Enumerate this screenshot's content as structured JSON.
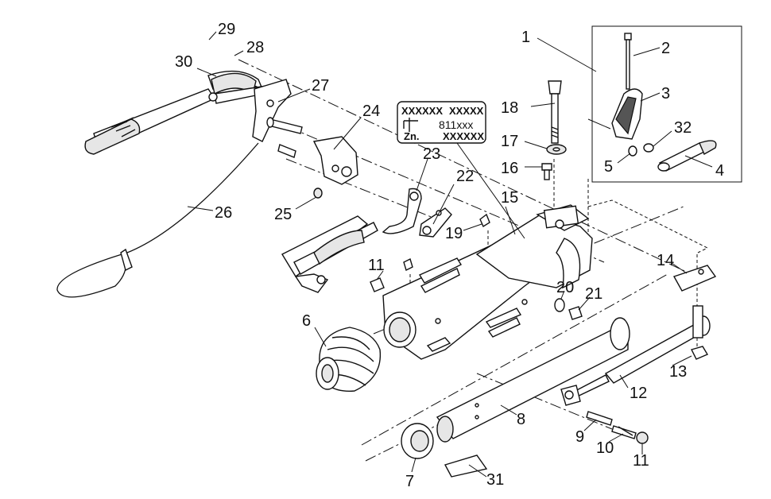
{
  "label_plate": {
    "line1_left": "XXXXXX",
    "line1_right": "XXXXX",
    "line2_code": "811xxx",
    "line3_left": "Zn.",
    "line3_right": "XXXXXX"
  },
  "callouts": [
    {
      "id": "c1",
      "text": "1"
    },
    {
      "id": "c2",
      "text": "2"
    },
    {
      "id": "c3",
      "text": "3"
    },
    {
      "id": "c4",
      "text": "4"
    },
    {
      "id": "c5",
      "text": "5"
    },
    {
      "id": "c6",
      "text": "6"
    },
    {
      "id": "c7",
      "text": "7"
    },
    {
      "id": "c8",
      "text": "8"
    },
    {
      "id": "c9",
      "text": "9"
    },
    {
      "id": "c10",
      "text": "10"
    },
    {
      "id": "c11a",
      "text": "11"
    },
    {
      "id": "c11b",
      "text": "11"
    },
    {
      "id": "c12",
      "text": "12"
    },
    {
      "id": "c13",
      "text": "13"
    },
    {
      "id": "c14",
      "text": "14"
    },
    {
      "id": "c15",
      "text": "15"
    },
    {
      "id": "c16",
      "text": "16"
    },
    {
      "id": "c17",
      "text": "17"
    },
    {
      "id": "c18",
      "text": "18"
    },
    {
      "id": "c19",
      "text": "19"
    },
    {
      "id": "c20",
      "text": "20"
    },
    {
      "id": "c21",
      "text": "21"
    },
    {
      "id": "c22",
      "text": "22"
    },
    {
      "id": "c23",
      "text": "23"
    },
    {
      "id": "c24",
      "text": "24"
    },
    {
      "id": "c25",
      "text": "25"
    },
    {
      "id": "c26",
      "text": "26"
    },
    {
      "id": "c27",
      "text": "27"
    },
    {
      "id": "c28",
      "text": "28"
    },
    {
      "id": "c29",
      "text": "29"
    },
    {
      "id": "c30",
      "text": "30"
    },
    {
      "id": "c31",
      "text": "31"
    },
    {
      "id": "c32",
      "text": "32"
    }
  ]
}
